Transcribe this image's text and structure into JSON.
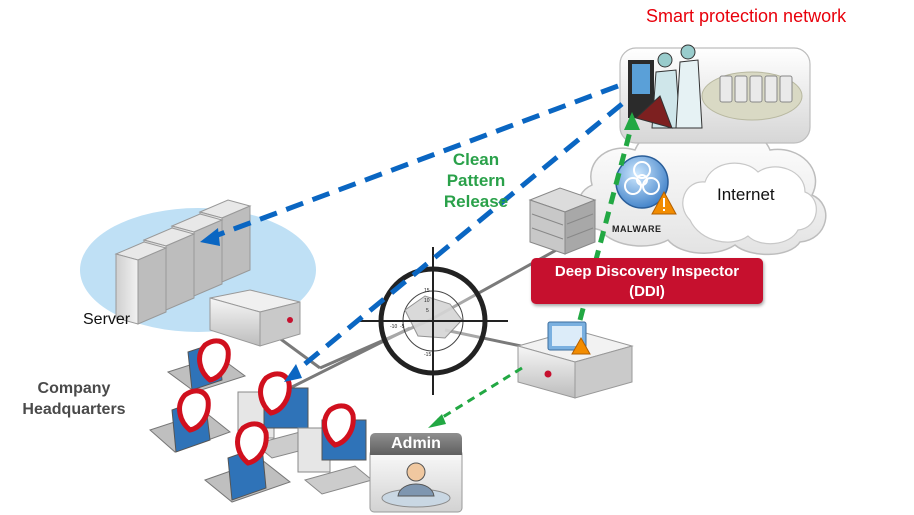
{
  "title": "Smart protection network",
  "labels": {
    "internet": "Internet",
    "malware": "MALWARE",
    "clean_pattern": "Clean Pattern Release",
    "server": "Server",
    "company_hq": "Company Headquarters",
    "admin": "Admin"
  },
  "ddi": {
    "line1": "Deep Discovery Inspector",
    "line2": "(DDI)"
  },
  "scope_ticks": [
    "15",
    "10",
    "5",
    "-5",
    "-10",
    "-15"
  ],
  "colors": {
    "title_red": "#e8000b",
    "ddi_red": "#c6102e",
    "blue_dash": "#0a66c2",
    "green_dash": "#22a843",
    "clean_green": "#2aa14a",
    "cloud_blue": "#bfe0f5"
  }
}
